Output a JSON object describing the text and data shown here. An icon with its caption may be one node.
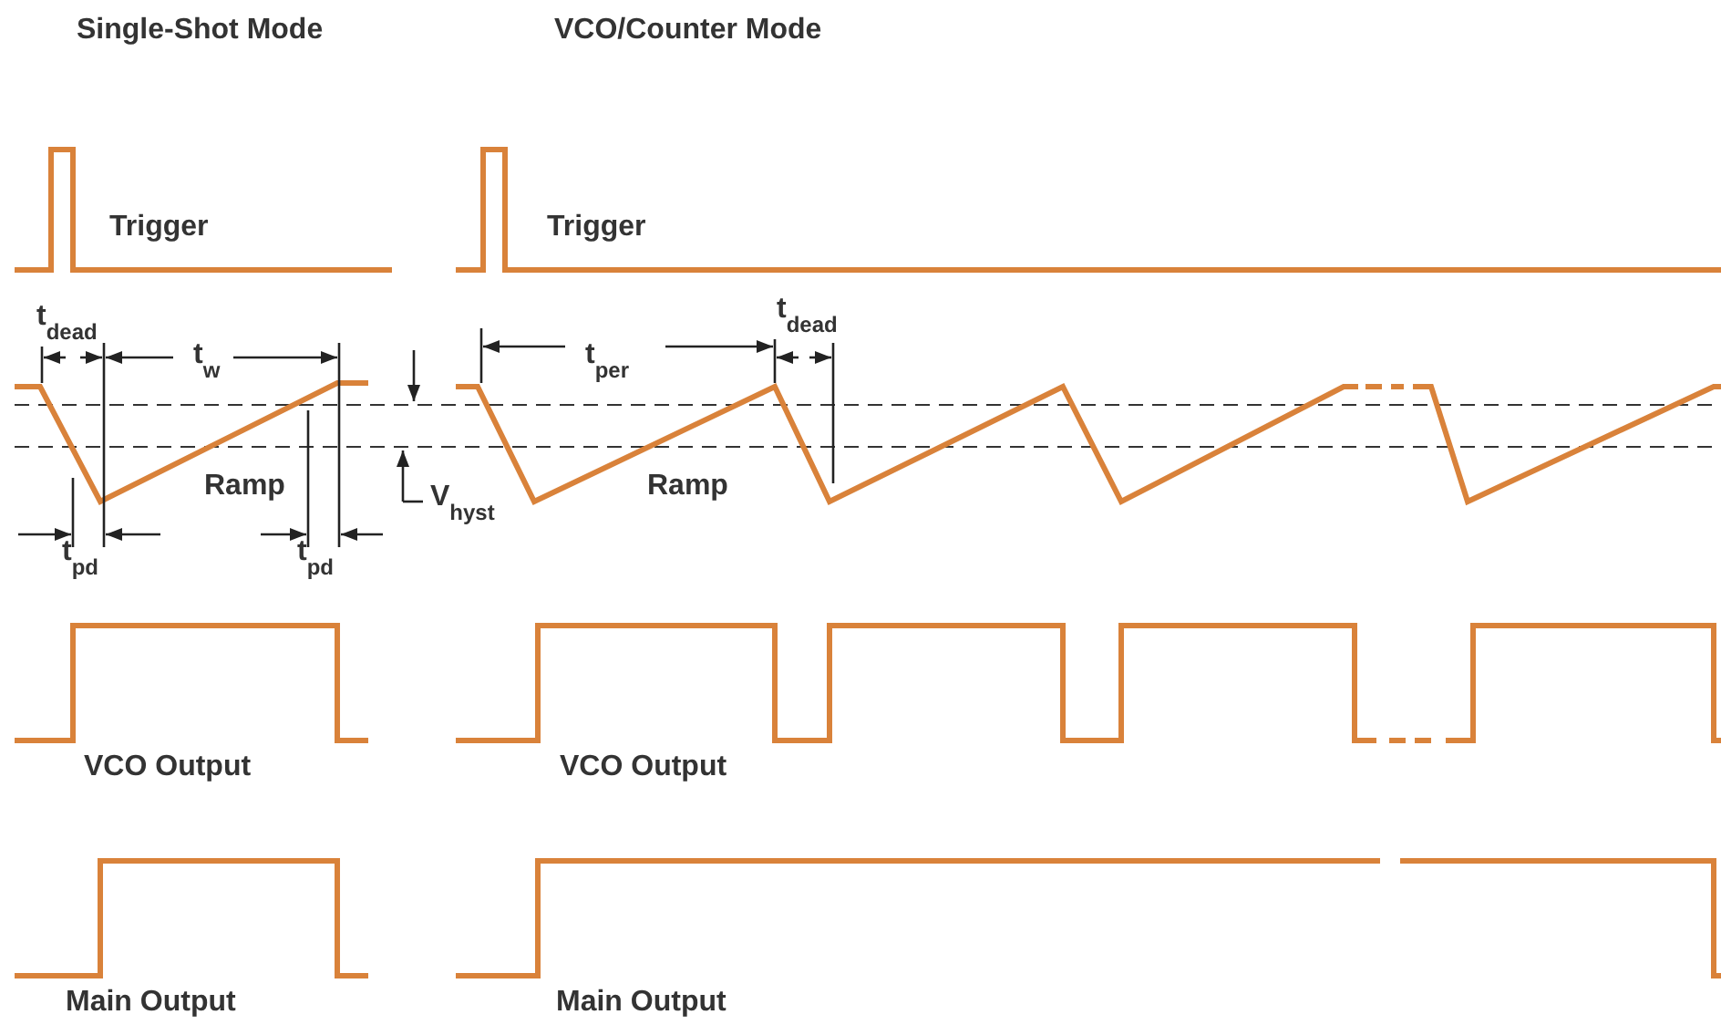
{
  "diagram": {
    "labels": [
      "Single-Shot Mode",
      "VCO/Counter Mode",
      "Trigger",
      "Trigger",
      "t$_{dead}$",
      "t$_{w}$",
      "t$_{per}$",
      "t$_{dead}$",
      "Ramp",
      "V$_{hyst}$",
      "Ramp",
      "t$_{pd}$",
      "t$_{pd}$",
      "VCO Output",
      "VCO Output",
      "Main Output",
      "Main Output"
    ]
  }
}
